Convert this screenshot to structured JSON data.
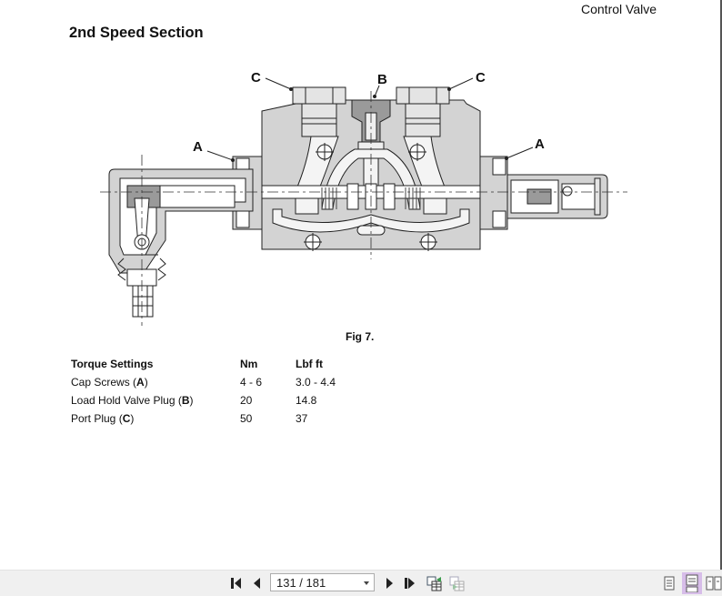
{
  "document": {
    "running_header": "Control Valve",
    "section_title": "2nd Speed Section",
    "figure": {
      "caption": "Fig 7.",
      "callouts": [
        "A",
        "A",
        "B",
        "C",
        "C"
      ]
    },
    "torque_table": {
      "headers": [
        "Torque Settings",
        "Nm",
        "Lbf ft"
      ],
      "rows": [
        {
          "label": "Cap Screws (",
          "ref": "A",
          "suffix": ")",
          "nm": "4 - 6",
          "lbf": "3.0 - 4.4"
        },
        {
          "label": "Load Hold Valve Plug (",
          "ref": "B",
          "suffix": ")",
          "nm": "20",
          "lbf": "14.8"
        },
        {
          "label": "Port Plug (",
          "ref": "C",
          "suffix": ")",
          "nm": "50",
          "lbf": "37"
        }
      ]
    }
  },
  "toolbar": {
    "first_page": "first-page-icon",
    "prev_page": "previous-page-icon",
    "page_indicator": "131 / 181",
    "next_page": "next-page-icon",
    "last_page": "last-page-icon",
    "go_back_view": "previous-view-icon",
    "go_forward_view": "next-view-icon",
    "view_modes": [
      {
        "name": "single-page-icon",
        "active": false
      },
      {
        "name": "continuous-page-icon",
        "active": true
      },
      {
        "name": "two-page-icon",
        "active": false
      }
    ]
  },
  "colors": {
    "body_fill": "#d3d3d3",
    "dark_fill": "#9a9a9a",
    "toolbar_bg": "#f0f0f0",
    "active_view_bg": "#d7bde9"
  }
}
